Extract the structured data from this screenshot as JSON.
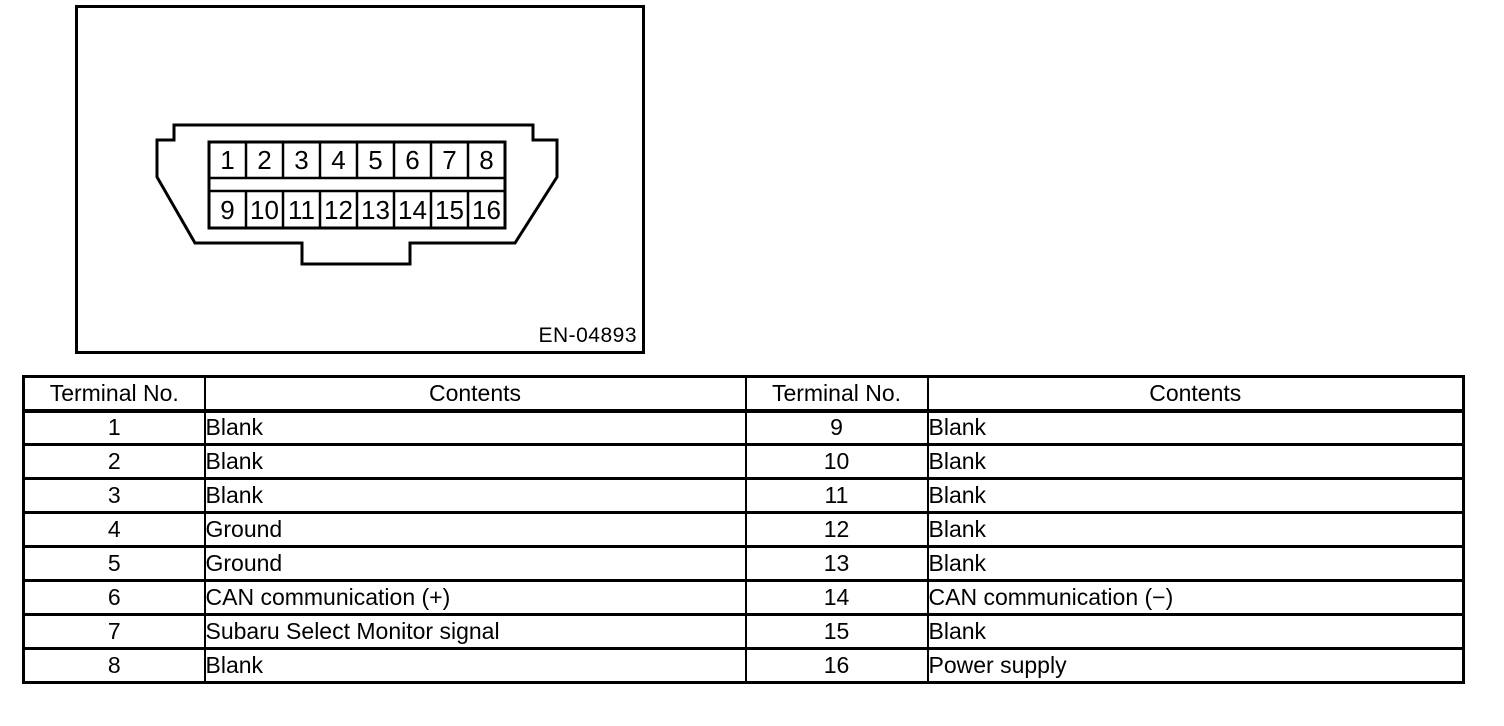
{
  "figure": {
    "caption": "EN-04893",
    "pins_top": [
      "1",
      "2",
      "3",
      "4",
      "5",
      "6",
      "7",
      "8"
    ],
    "pins_bottom": [
      "9",
      "10",
      "11",
      "12",
      "13",
      "14",
      "15",
      "16"
    ]
  },
  "table": {
    "headers": [
      "Terminal No.",
      "Contents",
      "Terminal No.",
      "Contents"
    ],
    "rows": [
      {
        "terminal_left": "1",
        "contents_left": "Blank",
        "terminal_right": "9",
        "contents_right": "Blank"
      },
      {
        "terminal_left": "2",
        "contents_left": "Blank",
        "terminal_right": "10",
        "contents_right": "Blank"
      },
      {
        "terminal_left": "3",
        "contents_left": "Blank",
        "terminal_right": "11",
        "contents_right": "Blank"
      },
      {
        "terminal_left": "4",
        "contents_left": "Ground",
        "terminal_right": "12",
        "contents_right": "Blank"
      },
      {
        "terminal_left": "5",
        "contents_left": "Ground",
        "terminal_right": "13",
        "contents_right": "Blank"
      },
      {
        "terminal_left": "6",
        "contents_left": "CAN communication (+)",
        "terminal_right": "14",
        "contents_right": "CAN communication (−)"
      },
      {
        "terminal_left": "7",
        "contents_left": "Subaru Select Monitor signal",
        "terminal_right": "15",
        "contents_right": "Blank"
      },
      {
        "terminal_left": "8",
        "contents_left": "Blank",
        "terminal_right": "16",
        "contents_right": "Power supply"
      }
    ]
  }
}
